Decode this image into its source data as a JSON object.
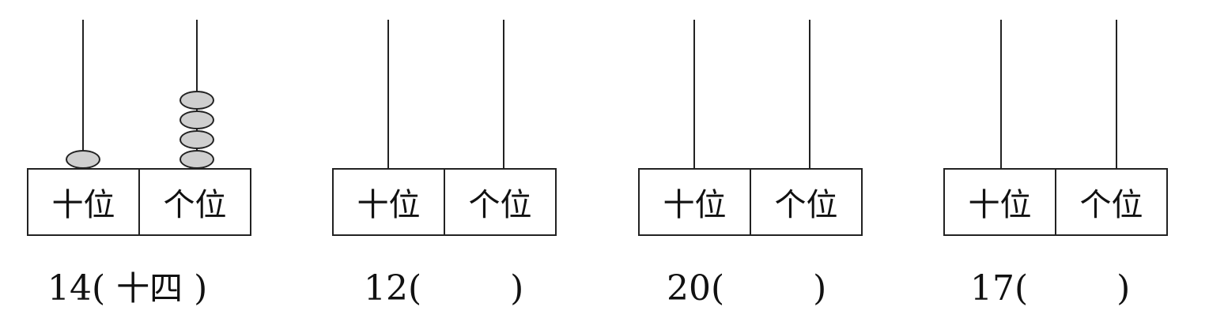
{
  "abacuses": [
    {
      "number": "14",
      "answer": "十四",
      "tens_label": "十位",
      "ones_label": "个位",
      "tens_beads": 1,
      "ones_beads": 4
    },
    {
      "number": "12",
      "answer": "",
      "tens_label": "十位",
      "ones_label": "个位",
      "tens_beads": 0,
      "ones_beads": 0
    },
    {
      "number": "20",
      "answer": "",
      "tens_label": "十位",
      "ones_label": "个位",
      "tens_beads": 0,
      "ones_beads": 0
    },
    {
      "number": "17",
      "answer": "",
      "tens_label": "十位",
      "ones_label": "个位",
      "tens_beads": 0,
      "ones_beads": 0
    }
  ],
  "open_paren": "(",
  "close_paren": ")",
  "colors": {
    "bead_fill": "#cfcfcf",
    "line": "#222222"
  }
}
